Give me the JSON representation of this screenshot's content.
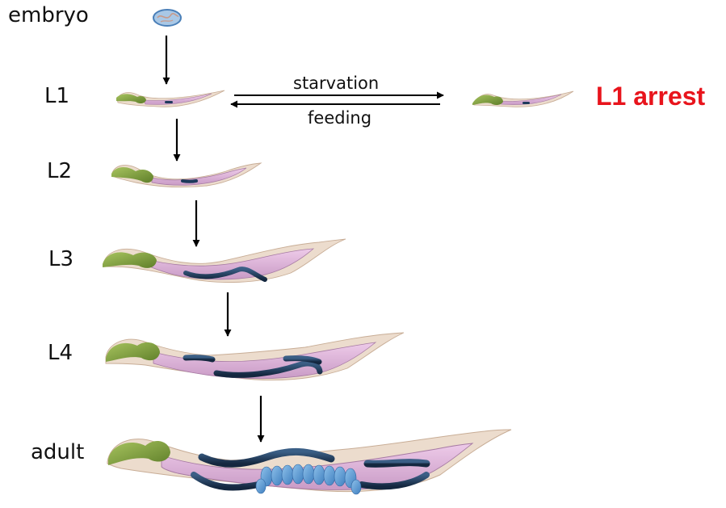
{
  "stages": [
    {
      "id": "embryo",
      "label": "embryo"
    },
    {
      "id": "l1",
      "label": "L1"
    },
    {
      "id": "l2",
      "label": "L2"
    },
    {
      "id": "l3",
      "label": "L3"
    },
    {
      "id": "l4",
      "label": "L4"
    },
    {
      "id": "adult",
      "label": "adult"
    }
  ],
  "transitions": {
    "forward": "starvation",
    "backward": "feeding"
  },
  "arrest": {
    "label": "L1 arrest",
    "color": "#e8141c"
  },
  "colors": {
    "cuticle": "#e9d6c6",
    "cuticle_edge": "#c9ad95",
    "pharynx": "#7f9e3e",
    "pharynx_light": "#a3c05a",
    "intestine": "#e3b8de",
    "intestine_edge": "#b98fb8",
    "gonad": "#1e3a5c",
    "embryo": "#8fb7dc",
    "embryo_edge": "#4d82bb",
    "egg": "#5c9fd6",
    "arrow": "#000000"
  },
  "icons": [
    "egg-icon",
    "worm-icon",
    "arrow-down-icon"
  ]
}
